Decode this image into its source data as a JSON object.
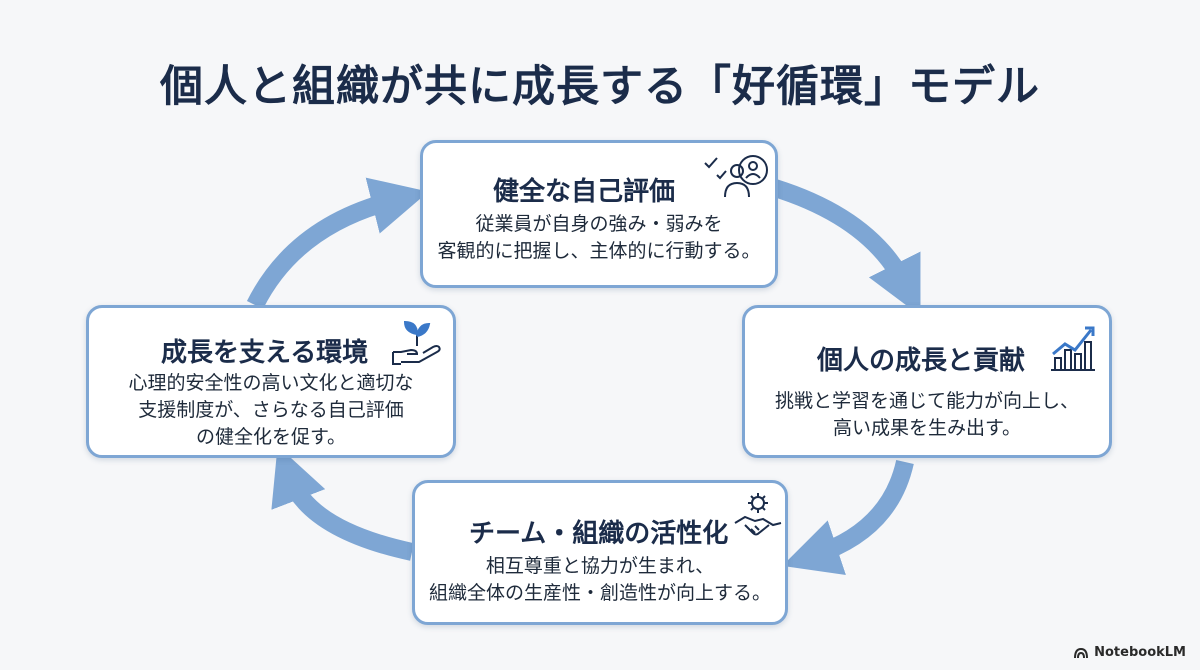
{
  "title": "個人と組織が共に成長する「好循環」モデル",
  "cards": {
    "top": {
      "heading": "健全な自己評価",
      "body": [
        "従業員が自身の強み・弱みを",
        "客観的に把握し、主体的に行動する。"
      ],
      "icon": "self-assessment-person-icon"
    },
    "right": {
      "heading": "個人の成長と貢献",
      "body": [
        "挑戦と学習を通じて能力が向上し、",
        "高い成果を生み出す。"
      ],
      "icon": "growth-chart-icon"
    },
    "bottom": {
      "heading": "チーム・組織の活性化",
      "body": [
        "相互尊重と協力が生まれ、",
        "組織全体の生産性・創造性が向上する。"
      ],
      "icon": "handshake-gear-icon"
    },
    "left": {
      "heading": "成長を支える環境",
      "body": [
        "心理的安全性の高い文化と適切な",
        "支援制度が、さらなる自己評価",
        "の健全化を促す。"
      ],
      "icon": "sprout-hand-icon"
    }
  },
  "colors": {
    "arrow": "#7ea6d4",
    "border": "#7ea6d4",
    "title": "#1b2c4a"
  },
  "logo": {
    "text": "NotebookLM"
  }
}
